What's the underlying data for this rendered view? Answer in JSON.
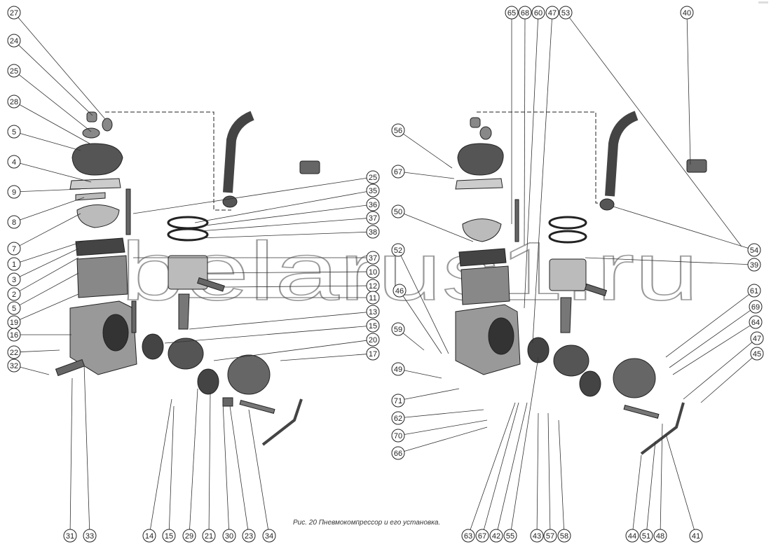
{
  "figure": {
    "caption": "Рис. 20 Пневмокомпрессор и его установка.",
    "watermark": "belarus1.ru"
  },
  "callouts": {
    "left_column": [
      "27",
      "24",
      "25",
      "28",
      "5",
      "4",
      "9",
      "8",
      "7",
      "1",
      "3",
      "2",
      "5",
      "19",
      "16",
      "22",
      "32"
    ],
    "middle_column": [
      "25",
      "35",
      "36",
      "37",
      "38",
      "37",
      "10",
      "12",
      "11",
      "13",
      "15",
      "20",
      "17"
    ],
    "inner_right_column": [
      "56",
      "67",
      "50",
      "52",
      "46",
      "59",
      "49",
      "71",
      "62",
      "70",
      "66"
    ],
    "top_right": [
      "65",
      "68",
      "60",
      "47",
      "53",
      "40"
    ],
    "right_column": [
      "54",
      "39",
      "61",
      "69",
      "64",
      "47",
      "45"
    ],
    "bottom_left": [
      "31",
      "33",
      "14",
      "15",
      "29",
      "21",
      "30",
      "23",
      "34"
    ],
    "bottom_right": [
      "63",
      "67",
      "42",
      "55",
      "43",
      "57",
      "58",
      "44",
      "51",
      "48",
      "41"
    ]
  },
  "colors": {
    "ink": "#222222",
    "part": "#777777",
    "watermark": "#9a9a9a"
  }
}
